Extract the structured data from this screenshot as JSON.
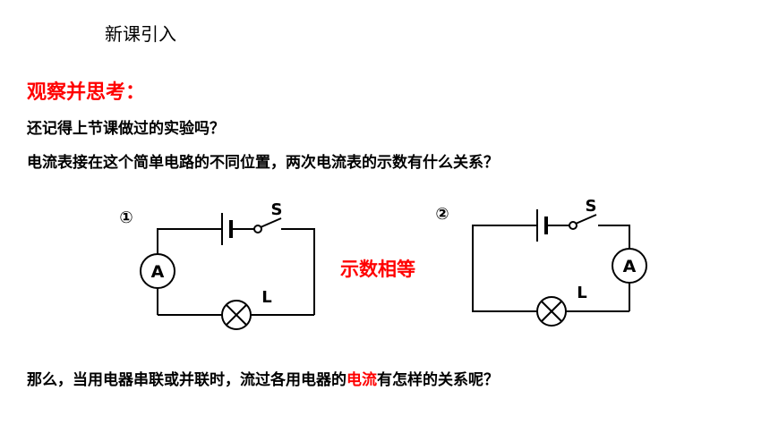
{
  "header": {
    "section_title": "新课引入"
  },
  "prompt": {
    "heading": "观察并思考：",
    "question_1": "还记得上节课做过的实验吗？",
    "question_2": "电流表接在这个简单电路的不同位置，两次电流表的示数有什么关系？"
  },
  "circuits": [
    {
      "index_label": "①",
      "switch_label": "S",
      "lamp_label": "L",
      "meter_label": "A"
    },
    {
      "index_label": "②",
      "switch_label": "S",
      "lamp_label": "L",
      "meter_label": "A"
    }
  ],
  "result_label": "示数相等",
  "final_question": {
    "part_1": "那么，当用电器串联或并联时，流过各用电器的",
    "highlight": "电流",
    "part_2": "有怎样的关系呢？"
  },
  "colors": {
    "accent": "#ff0000",
    "text": "#000000",
    "background": "#ffffff"
  }
}
